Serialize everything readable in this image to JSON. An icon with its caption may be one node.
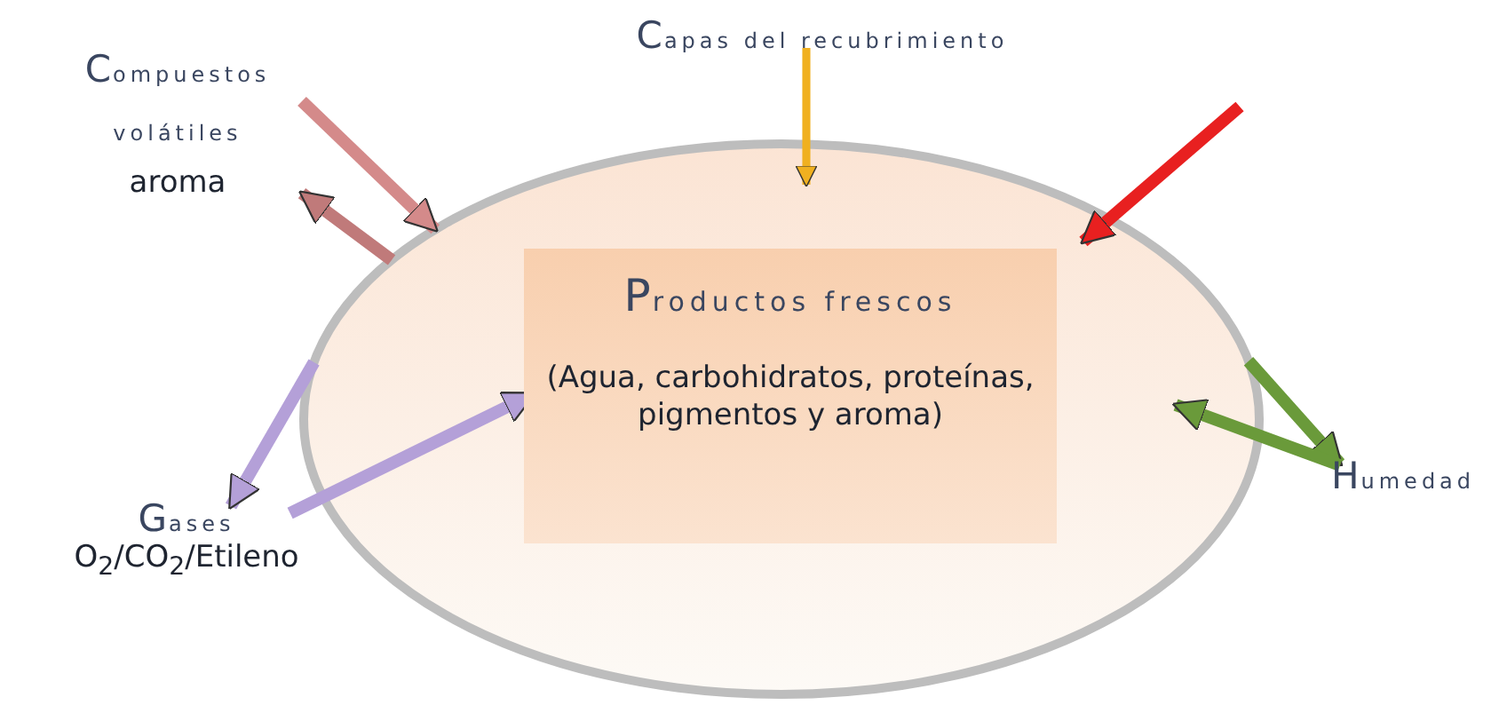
{
  "diagram": {
    "nodes": [
      {
        "text": [],
        "shape": "ellipse"
      },
      {
        "text": [
          "Productos frescos",
          "(Agua, carbohidratos, proteínas, pigmentos y aroma)"
        ],
        "in": 0
      },
      {
        "text": [
          "Compuestos volátiles",
          "aroma"
        ]
      },
      {
        "text": [
          "Capas del recubrimiento"
        ]
      },
      {
        "text": [
          "Gases",
          "O$_{2}$/CO$_{2}$/Etileno"
        ]
      },
      {
        "text": [
          "Humedad"
        ]
      }
    ],
    "edges": [
      {
        "from": 2,
        "to": 0,
        "arrow": "to",
        "color": "#d48a8a"
      },
      {
        "from": 0,
        "to": 2,
        "arrow": "to",
        "color": "#c07a7a"
      },
      {
        "from": 3,
        "to": 0,
        "arrow": "to",
        "color": "#f0b020"
      },
      {
        "from": null,
        "to": 0,
        "arrow": "to",
        "color": "#e82020"
      },
      {
        "from": 0,
        "to": 4,
        "arrow": "to",
        "color": "#b4a0d8"
      },
      {
        "from": 4,
        "to": 1,
        "arrow": "to",
        "color": "#b4a0d8"
      },
      {
        "from": 0,
        "to": 5,
        "arrow": "to",
        "color": "#6a9a3a"
      },
      {
        "from": 5,
        "to": 0,
        "arrow": "to",
        "color": "#6a9a3a"
      }
    ]
  }
}
